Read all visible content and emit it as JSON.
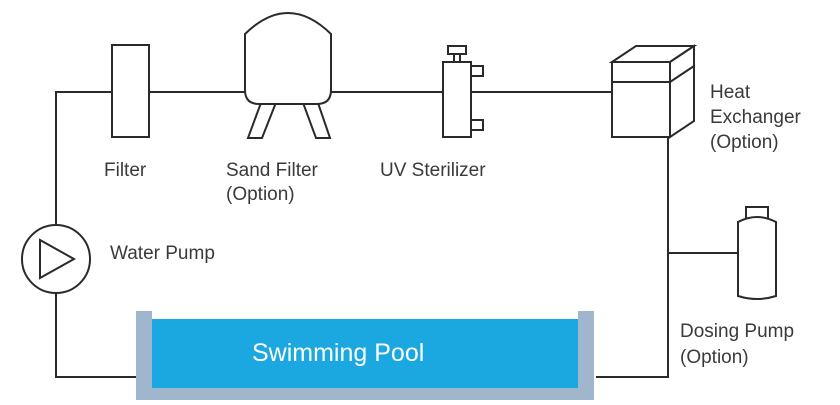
{
  "labels": {
    "filter": "Filter",
    "sand_filter": "Sand Filter",
    "sand_filter_option": "(Option)",
    "uv_sterilizer": "UV Sterilizer",
    "heat_exchanger_line1": "Heat",
    "heat_exchanger_line2": "Exchanger",
    "heat_exchanger_option": "(Option)",
    "water_pump": "Water Pump",
    "swimming_pool": "Swimming Pool",
    "dosing_pump": "Dosing Pump",
    "dosing_pump_option": "(Option)"
  },
  "colors": {
    "line": "#2a2a2a",
    "pool_water": "#1ba7e0",
    "pool_wall": "#9fb6cc",
    "text": "#3a3a3a"
  }
}
